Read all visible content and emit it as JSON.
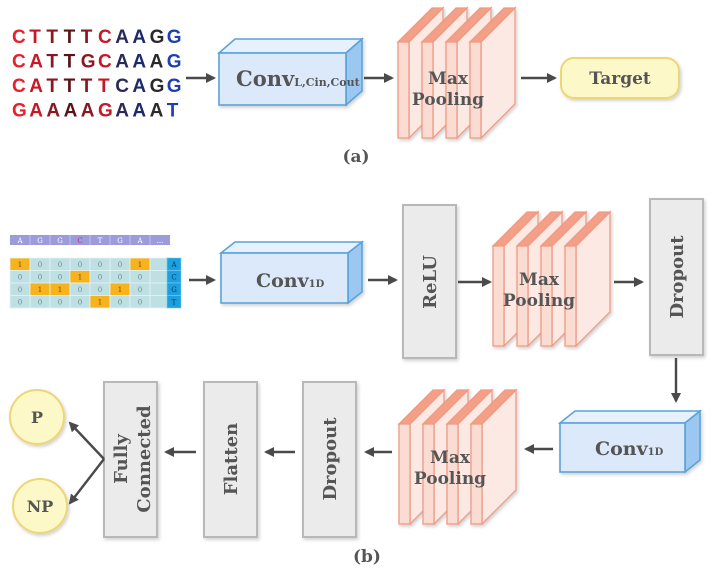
{
  "panel_a": {
    "caption": "(a)",
    "sequences": [
      "CTTTTCAAGG",
      "CATTGCAAAG",
      "CATTTTCAGG",
      "GAAAAGAAAT"
    ],
    "sequence_letter_colors": [
      "#e8202a",
      "#c41a28",
      "#8a1820",
      "#5a1418",
      "#8a1820",
      "#c41a28",
      "#2a2a5a",
      "#1f2a6a",
      "#2a2a2a",
      "#1f3fb0"
    ],
    "conv_layer": {
      "main": "Conv",
      "subscript": "L,Cin,Cout"
    },
    "pooling_layer": {
      "line1": "Max",
      "line2": "Pooling"
    },
    "output": "Target"
  },
  "panel_b": {
    "caption": "(b)",
    "input_sequence": {
      "letters": [
        "A",
        "G",
        "G",
        "C",
        "T",
        "G",
        "A",
        "..."
      ],
      "highlight_index": 3,
      "highlight_color": "#c0287a"
    },
    "one_hot": {
      "rows": [
        [
          "1",
          "0",
          "0",
          "0",
          "0",
          "0",
          "1",
          ""
        ],
        [
          "0",
          "0",
          "0",
          "1",
          "0",
          "0",
          "0",
          ""
        ],
        [
          "0",
          "1",
          "1",
          "0",
          "0",
          "1",
          "0",
          ""
        ],
        [
          "0",
          "0",
          "0",
          "0",
          "1",
          "0",
          "0",
          ""
        ]
      ],
      "row_labels": [
        "A",
        "C",
        "G",
        "T"
      ]
    },
    "layers": {
      "conv1": {
        "main": "Conv",
        "subscript": "1D"
      },
      "relu": "ReLU",
      "pool1": {
        "line1": "Max",
        "line2": "Pooling"
      },
      "dropout1": "Dropout",
      "conv2": {
        "main": "Conv",
        "subscript": "1D"
      },
      "pool2": {
        "line1": "Max",
        "line2": "Pooling"
      },
      "dropout2": "Dropout",
      "flatten": "Flatten",
      "fully_connected": {
        "line1": "Fully",
        "line2": "Connected"
      }
    },
    "outputs": [
      "P",
      "NP"
    ]
  },
  "colors": {
    "onehot_cell": "#bfe0e3",
    "onehot_active": "#f7b31b",
    "sequence_bar": "#9c9cdc",
    "label_col": "#1ca0e0"
  }
}
